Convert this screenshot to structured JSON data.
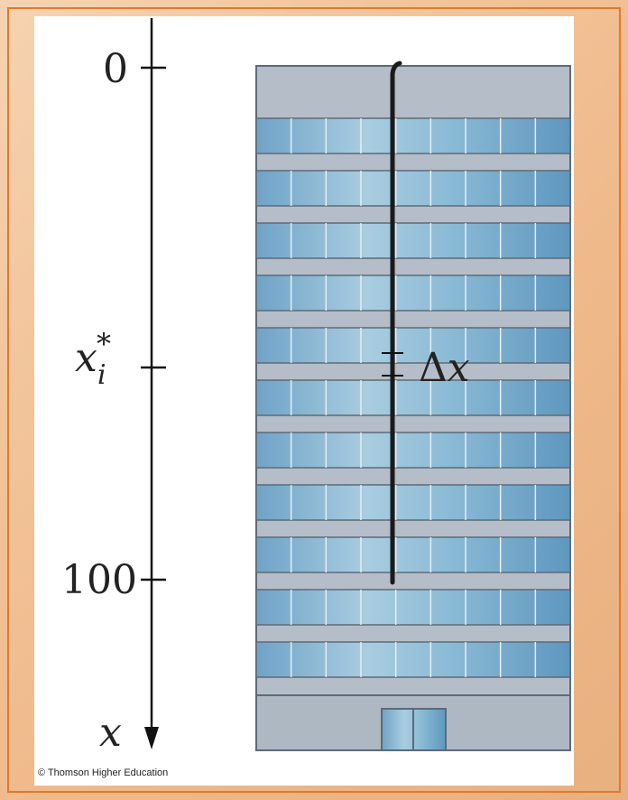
{
  "axis": {
    "tick_top": "0",
    "tick_mid_base": "x",
    "tick_mid_sup": "*",
    "tick_mid_sub": "i",
    "tick_bottom": "100",
    "axis_name": "x"
  },
  "segment_label": {
    "delta": "Δ",
    "var": "x"
  },
  "building": {
    "floors": 11,
    "windows_per_floor": 9
  },
  "copyright": "© Thomson Higher Education"
}
